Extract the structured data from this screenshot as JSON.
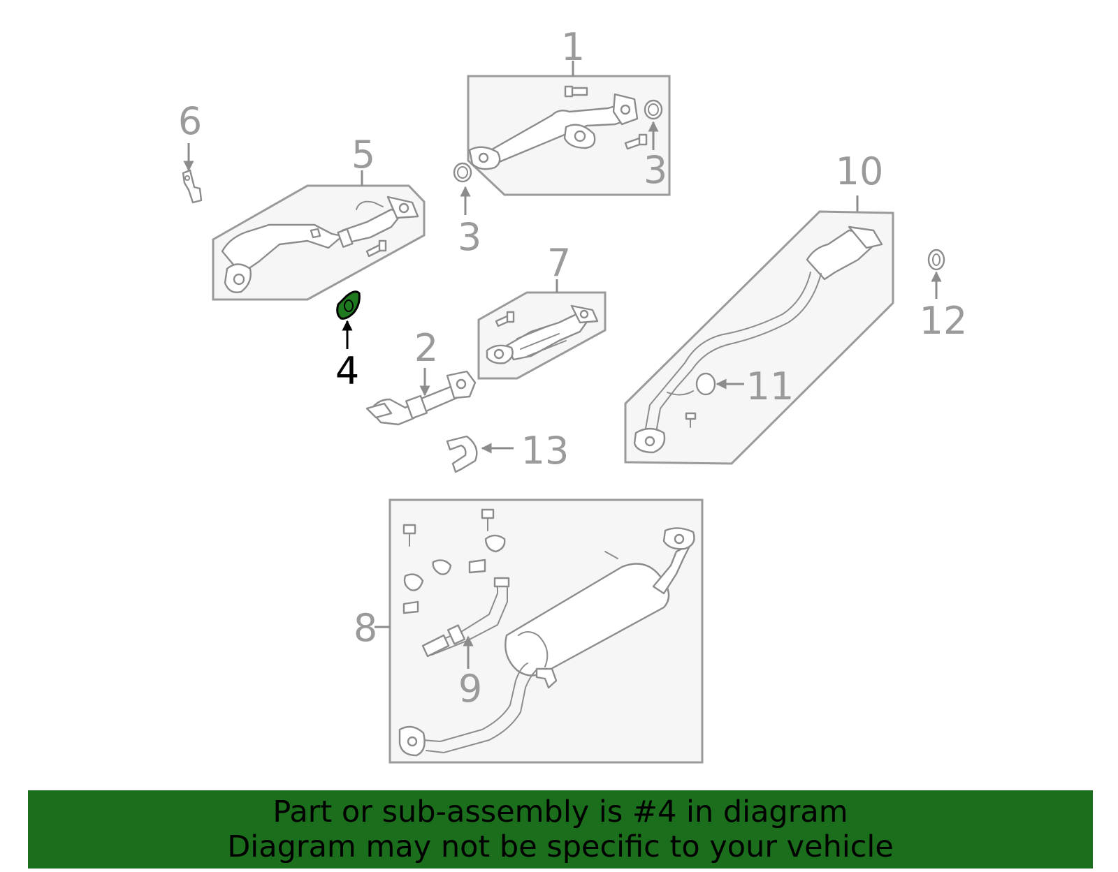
{
  "diagram": {
    "callouts": [
      "1",
      "2",
      "3",
      "3",
      "4",
      "5",
      "6",
      "7",
      "8",
      "9",
      "10",
      "11",
      "12",
      "13"
    ],
    "highlighted_part": "4",
    "highlight_color": "#1f7a1f"
  },
  "banner": {
    "line1": "Part or sub-assembly is #4 in diagram",
    "line2": "Diagram may not be specific to your vehicle",
    "background": "#1b6e1b"
  }
}
